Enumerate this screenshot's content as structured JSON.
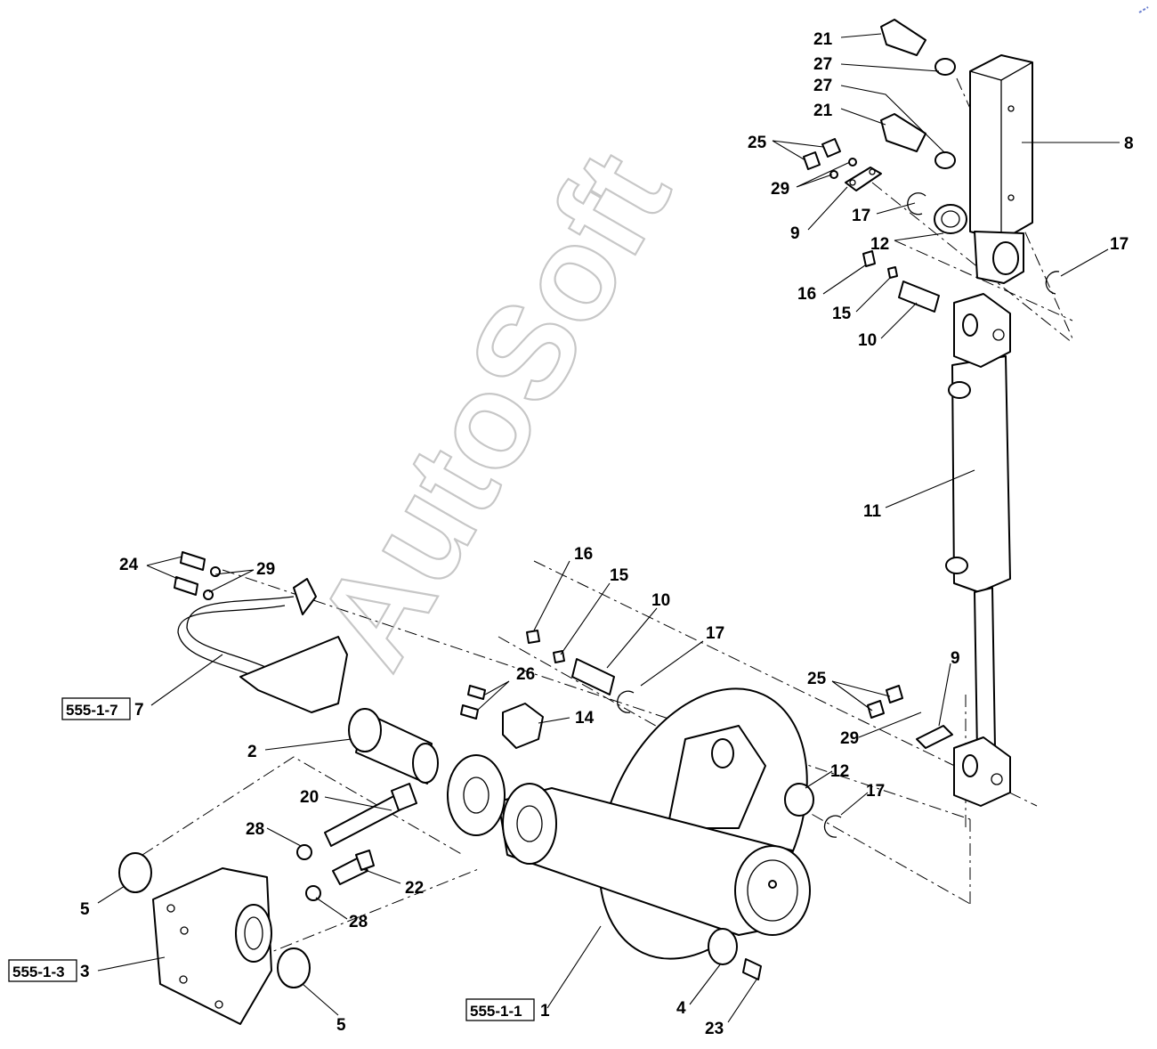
{
  "watermark": "AutoSoft",
  "callouts": {
    "c1": "1",
    "c2": "2",
    "c3": "3",
    "c4": "4",
    "c5a": "5",
    "c5b": "5",
    "c7": "7",
    "c8": "8",
    "c9a": "9",
    "c9b": "9",
    "c10a": "10",
    "c10b": "10",
    "c11": "11",
    "c12a": "12",
    "c12b": "12",
    "c14": "14",
    "c15a": "15",
    "c15b": "15",
    "c16a": "16",
    "c16b": "16",
    "c17a": "17",
    "c17b": "17",
    "c17c": "17",
    "c17d": "17",
    "c20": "20",
    "c21a": "21",
    "c21b": "21",
    "c22": "22",
    "c23": "23",
    "c24": "24",
    "c25a": "25",
    "c25b": "25",
    "c26": "26",
    "c27a": "27",
    "c27b": "27",
    "c28a": "28",
    "c28b": "28",
    "c29a": "29",
    "c29b": "29",
    "c29c": "29"
  },
  "references": {
    "ref_7": "555-1-7",
    "ref_3": "555-1-3",
    "ref_1": "555-1-1"
  }
}
